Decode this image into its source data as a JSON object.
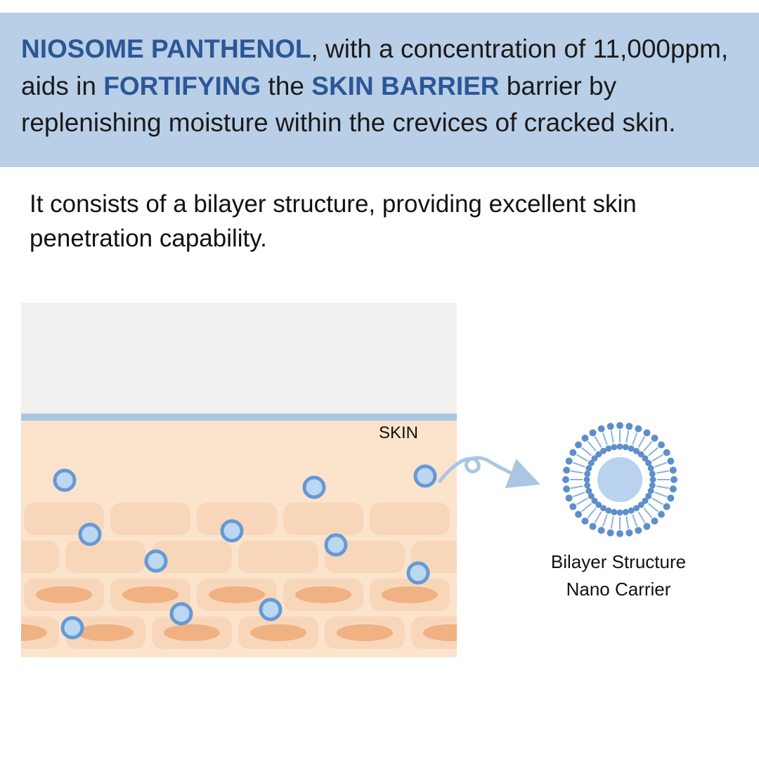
{
  "banner": {
    "background": "#b9cfe7",
    "highlight_color": "#2b5797",
    "segments": [
      {
        "text": "NIOSOME PANTHENOL",
        "style": "highlight"
      },
      {
        "text": ", with a concentration of 11,000ppm, aids in ",
        "style": "normal"
      },
      {
        "text": "FORTIFYING",
        "style": "highlight"
      },
      {
        "text": " the ",
        "style": "normal"
      },
      {
        "text": "SKIN BARRIER",
        "style": "highlight"
      },
      {
        "text": " barrier by replenishing moisture within the crevices of cracked skin.",
        "style": "normal"
      }
    ]
  },
  "intro": {
    "text": "It consists of a bilayer structure, providing excellent skin penetration capability."
  },
  "diagram": {
    "skin_label": "SKIN",
    "caption_line1": "Bilayer Structure",
    "caption_line2": "Nano Carrier",
    "colors": {
      "above_skin": "#f1f1ef",
      "skin_surface_line": "#a9c7e2",
      "epidermis": "#fbe3cc",
      "cell": "#f8d6ba",
      "nucleus_oval": "#f0b183",
      "particle_fill": "#bcd7f1",
      "particle_stroke": "#6699d6",
      "arrow": "#a9c7e2",
      "bilayer_core": "#b9d3ee",
      "bilayer_dot": "#5d8fcb",
      "bilayer_tail": "#8fb3da"
    }
  }
}
